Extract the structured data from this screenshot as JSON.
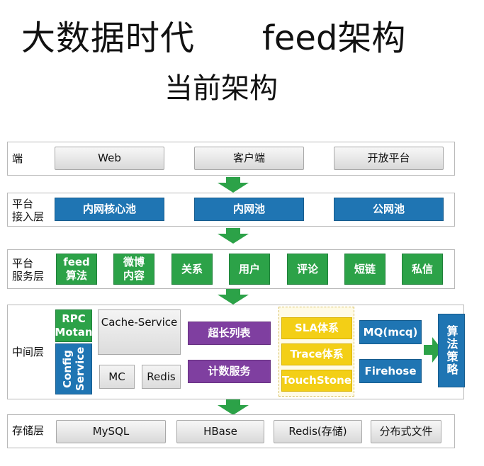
{
  "title": {
    "main": "大数据时代",
    "topic": "feed架构",
    "subtitle": "当前架构"
  },
  "layers": {
    "client": {
      "label": "端",
      "items": [
        "Web",
        "客户端",
        "开放平台"
      ]
    },
    "access": {
      "label": "平台\n接入层",
      "items": [
        "内网核心池",
        "内网池",
        "公网池"
      ]
    },
    "service": {
      "label": "平台\n服务层",
      "items": [
        "feed\n算法",
        "微博\n内容",
        "关系",
        "用户",
        "评论",
        "短链",
        "私信"
      ]
    },
    "middle": {
      "label": "中间层",
      "rpc": "RPC\nMotan",
      "config": "Config\nService",
      "cache": "Cache-Service",
      "mc": "MC",
      "redis": "Redis",
      "long_list": "超长列表",
      "counter": "计数服务",
      "sla": "SLA体系",
      "trace": "Trace体系",
      "touchstone": "TouchStone",
      "mq": "MQ(mcq)",
      "firehose": "Firehose",
      "strategy": "算法策略"
    },
    "storage": {
      "label": "存储层",
      "items": [
        "MySQL",
        "HBase",
        "Redis(存储)",
        "分布式文件"
      ]
    }
  },
  "colors": {
    "blue": "#1f75b3",
    "green": "#2ca248",
    "purple": "#7f3fa0",
    "yellow": "#f3cf16",
    "arrow": "#2ca248"
  }
}
